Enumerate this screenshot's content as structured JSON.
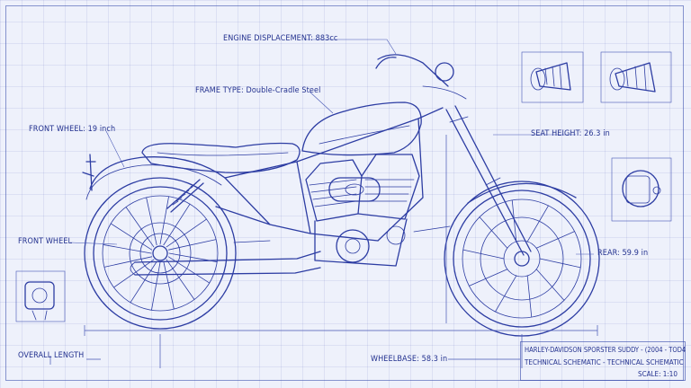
{
  "labels": {
    "engine_displacement": "ENGINE DISPLACEMENT: 883cc",
    "frame_type": "FRAME TYPE: Double-Cradle Steel",
    "front_wheel_size": "FRONT WHEEL: 19 inch",
    "seat_height": "SEAT HEIGHT: 26.3 in",
    "front_wheel": "FRONT WHEEL",
    "rear": "REAR: 59.9 in",
    "overall_length": "OVERALL LENGTH",
    "wheelbase": "WHEELBASE: 58.3 in"
  },
  "title_block": {
    "line1": "HARLEY-DAVIDSON SPORSTER SUDDY - (2004 - TOD4",
    "line2": "TECHNICAL SCHEMATIC - TECHNICAL SCHEMATIC",
    "line3": "SCALE: 1:10"
  },
  "colors": {
    "ink": "#2d3da3",
    "paper": "#eef1fb"
  }
}
